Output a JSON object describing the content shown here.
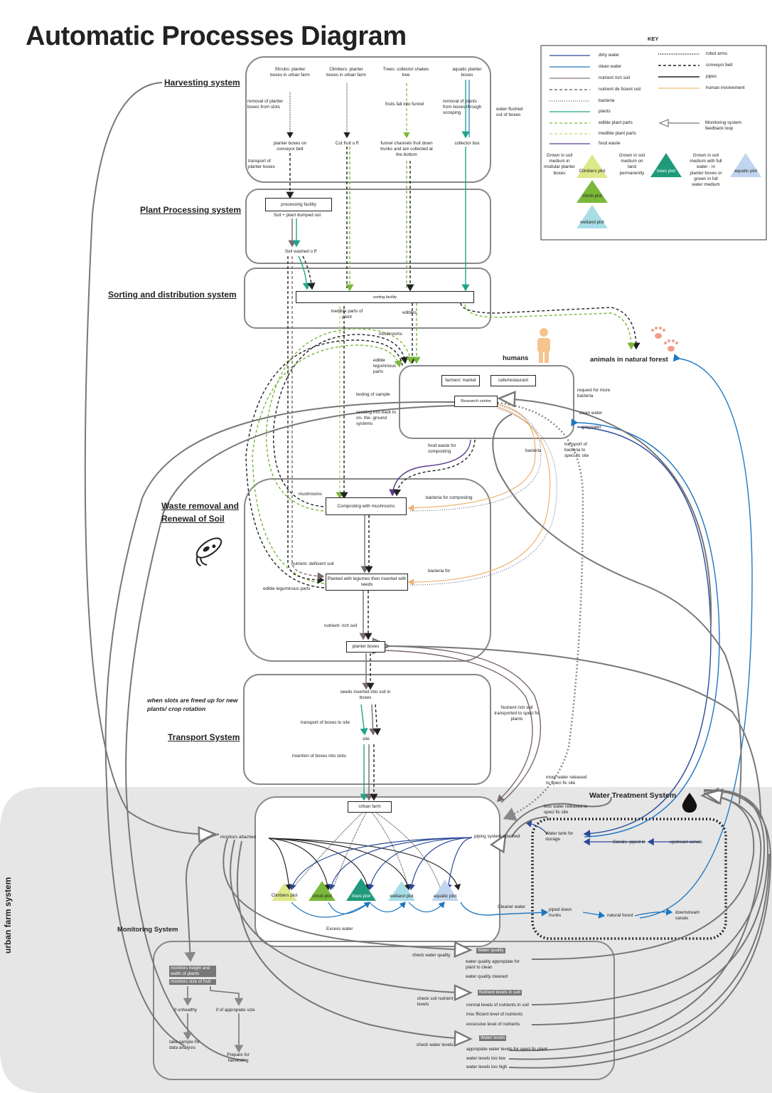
{
  "title": "Automatic Processes Diagram",
  "systems": {
    "harvesting": "Harvesting system",
    "plant_processing": "Plant Processing system",
    "sorting": "Sorting and distribution system",
    "waste_removal": "Waste removal and Renewal of Soil",
    "transport": "Transport System",
    "water_treatment": "Water Treatment System",
    "monitoring": "Monitoring System",
    "urban_farm_system": "urban farm system",
    "humans": "humans",
    "animals": "animals in natural forest",
    "slots_note": "when slots are freed up for new plants/ crop rotation"
  },
  "key": {
    "heading": "KEY",
    "lines": [
      {
        "label": "dirty water",
        "color": "#2b4a9a",
        "style": "solid"
      },
      {
        "label": "clean water",
        "color": "#1f77c0",
        "style": "solid"
      },
      {
        "label": "nutrient rich soil",
        "color": "#8a7a7a",
        "style": "solid"
      },
      {
        "label": "nutrient de ficient soil",
        "color": "#555555",
        "style": "dashed"
      },
      {
        "label": "bacteria",
        "color": "#555577",
        "style": "dotted"
      },
      {
        "label": "plants",
        "color": "#1fa58a",
        "style": "solid"
      },
      {
        "label": "edible plant parts",
        "color": "#7ab83a",
        "style": "dashed"
      },
      {
        "label": "inedible plant parts",
        "color": "#c5d66a",
        "style": "dashed"
      },
      {
        "label": "food waste",
        "color": "#5a3a8a",
        "style": "solid"
      },
      {
        "label": "robot arms",
        "color": "#222222",
        "style": "dotted"
      },
      {
        "label": "conveyor belt",
        "color": "#222222",
        "style": "dashed"
      },
      {
        "label": "pipes",
        "color": "#222222",
        "style": "solid"
      },
      {
        "label": "human involvement",
        "color": "#f0c88a",
        "style": "solid"
      }
    ],
    "monitoring_loop": "Monitoring system feedback loop",
    "medium_modular": "Grown in soil medium in modular planter boxes",
    "medium_land": "Grown in soil medium on land permanently",
    "medium_water": "Grown in soil medium with full water - in planter boxes or grown in full water medium",
    "plots": {
      "climbers": "Climbers plot",
      "shrub": "shrub plot",
      "wetland": "wetland plot",
      "trees": "trees plot",
      "aquatic": "aquatic plot"
    }
  },
  "harvesting": {
    "shrubs": "Shrubs: planter boxes in urban farm",
    "climbers": "Climbers: planter boxes in urban farm",
    "trees": "Trees: collector shakes tree",
    "aquatic": "aquatic planter boxes",
    "removal": "removal of planter boxes from slots",
    "fruits_fall": "fruits fall into funnel",
    "removal_scooping": "removal of plants from boxes through scooping",
    "water_flushed": "water flushed out of boxes",
    "on_conveyor": "planter boxes on conveyor belt",
    "cut_fruit": "Cut fruit o ff",
    "funnel": "funnel channels fruit down trunks and are collected at the bottom",
    "collector_box": "collector box",
    "transport_boxes": "transport of planter boxes"
  },
  "processing": {
    "facility": "processing facility",
    "dumped": "Soil + plant dumped out",
    "washed": "Soil washed o ff"
  },
  "sorting": {
    "facility": "sorting facility",
    "inedible": "inedible parts of plant",
    "edibles": "edibles"
  },
  "humans": {
    "mushrooms": "mushrooms",
    "edible_leguminous": "edible leguminous parts",
    "farmers_market": "farmers' market",
    "cafe": "cafe/restaurant",
    "testing": "testing of sample",
    "research": "Research centre",
    "sending_info": "sending info back to on- the- ground systems",
    "food_waste": "food waste for composting",
    "bacteria": "bacteria",
    "transport_bacteria": "transport of bacteria to speci fic site",
    "request_bacteria": "request for more bacteria",
    "clean_water": "clean water",
    "greywater": "greywater"
  },
  "waste": {
    "mushrooms": "mushrooms",
    "composting": "Composting with mushrooms",
    "bacteria_composting": "bacteria for composting",
    "nutrient_deficient": "nutrient- deficient soil",
    "legumes": "Planted with legumes then inserted with seeds",
    "bacteria_for": "bacteria for",
    "edible_leguminous": "edible leguminous parts",
    "nutrient_rich": "nutrient- rich soil",
    "planter_boxes": "planter boxes"
  },
  "transport": {
    "seeds": "seeds inserted into soil in boxes",
    "transport_boxes": "transport of boxes to site",
    "site": "site",
    "insertion": "insertion of boxes into slots",
    "nutrient_rich": "Nutrient rich soil transported to speci fic plants"
  },
  "farm": {
    "urban_farm": "Urban farm",
    "monitors": "monitors attached",
    "piping": "piping system attached",
    "excess_water": "Excess water",
    "cleaner_water": "Cleaner water"
  },
  "water": {
    "more_water": "more water released to speci fic site",
    "less_water": "less water released to speci fic site",
    "tank": "Water tank for storage",
    "canals_piped": "Canals- piped in",
    "upstream": "upstream canals",
    "piped_down": "piped down trunks",
    "natural_forest": "natural forest",
    "downstream": "downstream canals"
  },
  "monitoring": {
    "height": "monitors height and width of plants",
    "fruit": "monitors size of fruit",
    "unhealthy": "if unhealthy",
    "appropriate_size": "if of appropiate size",
    "sample": "take sample for data analysis",
    "prepare": "Prepare for harvesting",
    "check_quality": "check water quality",
    "water_quality": "Water quality",
    "quality_clean": "water quality appropiate for plant to clean",
    "quality_cleaned": "water quality cleaned",
    "check_nutrient": "check soil nutrient levels",
    "nutrient_levels": "Nutrient levels in soil",
    "normal_levels": "normal levels of nutrients in soil",
    "insufficient": "insu fficient level of nutrients",
    "excessive": "excessive level of nutrients",
    "check_water_levels": "check water levels",
    "water_levels": "Water levels",
    "levels_appropriate": "appropiate water levels for speci fic plant",
    "too_low": "water levels too low",
    "too_high": "water levels too high"
  }
}
